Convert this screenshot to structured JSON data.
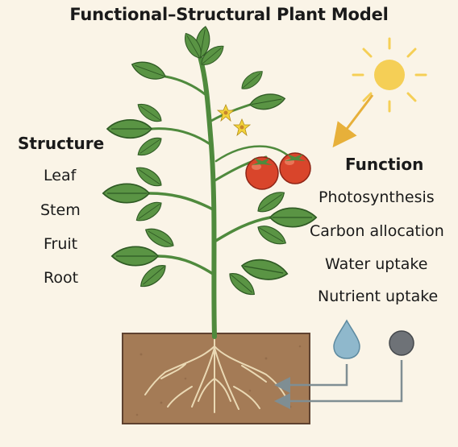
{
  "title": "Functional–Structural Plant Model",
  "structure": {
    "heading": "Structure",
    "items": [
      "Leaf",
      "Stem",
      "Fruit",
      "Root"
    ]
  },
  "function": {
    "heading": "Function",
    "items": [
      "Photosynthesis",
      "Carbon allocation",
      "Water uptake",
      "Nutrient uptake"
    ]
  },
  "colors": {
    "background": "#faf4e7",
    "leaf": "#5a9444",
    "stem": "#4f8a3d",
    "fruit": "#d9452b",
    "flower": "#f3d33a",
    "sun": "#f5cf56",
    "soil": "#a47b56",
    "root": "#ead9b4",
    "water": "#8fb8cc",
    "nutrient": "#6e7277",
    "arrow": "#7f8e93"
  },
  "icons": [
    "sun-icon",
    "water-drop-icon",
    "nutrient-icon",
    "flower-icon",
    "tomato-icon"
  ]
}
